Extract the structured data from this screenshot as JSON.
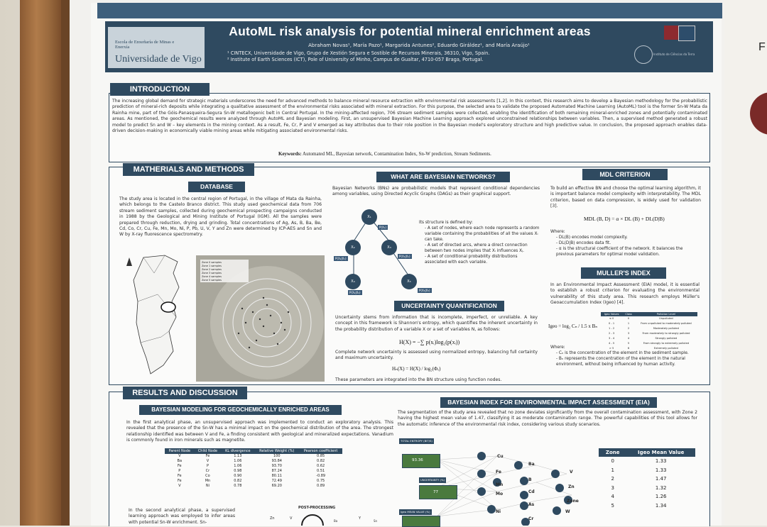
{
  "header": {
    "university_small": "Escola de Enxeñaría de Minas e Enerxía",
    "university": "Universidade de Vigo",
    "title": "AutoML risk analysis for potential mineral enrichment areas",
    "authors": "Abraham Novas¹, María Pazo¹, Margarida Antunes², Eduardo Giráldez¹, and María Araújo¹",
    "affiliation1": "¹ CINTECX, Universidade de Vigo, Grupo de Xestión Segura e Sostible de Recursos Minerais, 36310, Vigo, Spain.",
    "affiliation2": "² Institute of Earth Sciences (ICT), Pole of University of Minho, Campus de Gualtar, 4710-057 Braga, Portugal.",
    "ict_label": "Instituto de Ciências da Terra"
  },
  "side": {
    "letter": "F"
  },
  "introduction": {
    "heading": "INTRODUCTION",
    "body": "The increasing global demand for strategic materials underscores the need for advanced methods to balance mineral resource extraction with environmental risk assessments [1,2]. In this context, this research aims to develop a Bayesian methodology for the probabilistic prediction of mineral-rich deposits while integrating a qualitative assessment of the environmental risks associated with mineral extraction. For this purpose, the selected area to validate the proposed Automated Machine Learning (AutoML) tool is the former Sn-W Mata da Rainha mine, part of the Góis-Panasqueira-Segura Sn-W metallogenic belt in Central Portugal. In the mining-affected region, 706 stream sediment samples were collected, enabling the identification of both remaining mineral-enriched zones and potentially contaminated areas. As mentioned, the geochemical results were analyzed through AutoML and Bayesian modeling. First, an unsupervised Bayesian Machine Learning approach explored unconstrained relationships between variables. Then, a supervised method generated a robust model to predict Sn and W – key elements in the mining context. As a result, Fe, Cr, P and V emerged as key attributes due to their role position in the Bayesian model's exploratory structure and high predictive value. In conclusion, the proposed approach enables data-driven decision-making in economically viable mining areas while mitigating associated environmental risks.",
    "keywords_label": "Keywords:",
    "keywords": "Automated ML, Bayesian network, Contamination Index, Sn-W prediction, Stream Sediments."
  },
  "methods": {
    "heading": "MATHERIALS AND METHODS",
    "database_heading": "DATABASE",
    "database_text": "The study area is located in the central region of Portugal, in the village of Mata da Rainha, which belongs to the Castelo Branco district. This study used geochemical data from 706 stream sediment samples, collected during geochemical prospecting campaigns conducted in 1988 by the Geological and Mining Institute of Portugal (IGM). All the samples were prepared through reduction, drying and grinding. Total concentrations of Ag, As, B, Ba, Be, Cd, Co, Cr, Cu, Fe, Mn, Mo, Ni, P, Pb, U, V, Y and Zn were determined by ICP-AES and Sn and W by X-ray fluorescence spectrometry.",
    "map_legend": [
      "Zone 0 samples",
      "Zone 1 samples",
      "Zone 2 samples",
      "Zone 3 samples",
      "Zone 4 samples",
      "Zone 5 samples"
    ]
  },
  "bayes": {
    "heading": "WHAT ARE BAYESIAN NETWORKS?",
    "intro": "Bayesian Networks (BNs) are probabilistic models that represent conditional dependencies among variables, using Directed Acyclic Graphs (DAGs) as their graphical support.",
    "structure_title": "Its structure is defined by:",
    "point1": "- A set of nodes, where each node represents a random variable containing the probabilities of all the values Xᵢ can take.",
    "point2": "- A set of directed arcs, where a direct connection between two nodes implies that Xᵢ influences Xⱼ.",
    "point3": "- A set of conditional probability distributions associated with each variable.",
    "nodes": [
      "X₁",
      "X₂",
      "X₃",
      "X₄",
      "X₅"
    ],
    "tags": [
      "P(X₁)",
      "P(X₂|X₁)",
      "P(X₃|X₁)",
      "P(X₄|X₂)",
      "P(X₅|X₃)"
    ]
  },
  "uncertainty": {
    "heading": "UNCERTAINTY QUANTIFICATION",
    "text": "Uncertainty stems from information that is incomplete, imperfect, or unreliable. A key concept in this framework is Shannon's entropy, which quantifies the inherent uncertainty in the probability distribution of a variable X or a set of variables N, as follows:",
    "formula1": "H(X) = −∑ p(xᵢ)log₂(p(xᵢ))",
    "text2": "Complete network uncertainty is assessed using normalized entropy, balancing full certainty and maximum uncertainty.",
    "formula2": "Hₙ(X) = H(X) / log₂(Φₓ)",
    "text3": "These parameters are integrated into the BN structure using function nodes."
  },
  "mdl": {
    "heading": "MDL CRITERION",
    "text": "To build an effective BN and choose the optimal learning algorithm, it is important balance model complexity with interpretability. The MDL criterion, based on data compression, is widely used for validation [3].",
    "formula": "MDL (B, D) = α × DL (B) + DL(D|B)",
    "where": "Where:",
    "w1": "- DL(B) encodes model complexity.",
    "w2": "- DL(D|B) encodes data fit.",
    "w3": "- α is the structural coefficient of the network. It balances the previous parameters for optimal model validation."
  },
  "muller": {
    "heading": "MULLER'S INDEX",
    "text": "In an Environmental Impact Assessment (EIA) model, it is essential to establish a robust criterion for evaluating the environmental vulnerability of this study area. This research employs Müller's Geoaccumulation Index (Igeo) [4].",
    "formula": "Igeo = log₂ Cₙ / 1.5 x Bₙ",
    "table_headers": [
      "Igeo Values",
      "Class",
      "Pollution Level"
    ],
    "table_rows": [
      [
        "≤ 0",
        "0",
        "Unpolluted"
      ],
      [
        "0 - 1",
        "1",
        "From unpolluted to moderately polluted"
      ],
      [
        "1 - 2",
        "2",
        "Moderately polluted"
      ],
      [
        "2 - 3",
        "3",
        "From moderately to strongly polluted"
      ],
      [
        "3 - 4",
        "4",
        "Strongly polluted"
      ],
      [
        "4 - 5",
        "5",
        "From strongly to extremely polluted"
      ],
      [
        "> 5",
        "6",
        "Extremely polluted"
      ]
    ],
    "where": "Where:",
    "w1": "- Cₙ is the concentration of the element in the sediment sample.",
    "w2": "- Bₙ represents the concentration of the element in the natural environment, without being influenced by human activity."
  },
  "results": {
    "heading": "RESULTS AND DISCUSSION",
    "sub_heading": "BAYESIAN MODELING FOR GEOCHEMICALLY ENRICHED AREAS",
    "text": "In the first analytical phase, an unsupervised approach was implemented to conduct an exploratory analysis. This revealed that the presence of the Sn-W has a minimal impact on the geochemical distribution of the area. The strongest relationship identified was between V and Fe, a finding consistent with geological and mineralized expectations. Vanadium is commonly found in iron minerals such as magnetite.",
    "table_headers": [
      "Parent Node",
      "Child Node",
      "KL divergence",
      "Relative Weight (%)",
      "Pearson coefficient"
    ],
    "table_rows": [
      [
        "V",
        "Fe",
        "1.13",
        "100",
        "0.85"
      ],
      [
        "Ba",
        "V",
        "1.06",
        "93.84",
        "0.82"
      ],
      [
        "Fe",
        "P",
        "1.06",
        "93.70",
        "0.62"
      ],
      [
        "P",
        "Cr",
        "0.98",
        "87.24",
        "0.51"
      ],
      [
        "Fe",
        "Co",
        "0.90",
        "80.11",
        "-0.89"
      ],
      [
        "Fe",
        "Mn",
        "0.82",
        "72.49",
        "0.75"
      ],
      [
        "V",
        "Ni",
        "0.78",
        "69.20",
        "0.89"
      ]
    ],
    "text2": "In the second analytical phase, a supervised learning approach was employed to infer areas with potential Sn-W enrichment. Sn-",
    "post_label": "POST-PROCESSING",
    "post_nodes": [
      "Zn",
      "V",
      "Ba",
      "Y",
      "Sn"
    ]
  },
  "eia": {
    "heading": "BAYESIAN INDEX FOR ENVIRONMENTAL IMPACT ASSESSMENT (EIA)",
    "text": "The segmentation of the study area revealed that no zone deviates significantly from the overall contamination assessment, with Zone 2 having the highest mean value of 1.47, classifying it as moderate contamination range. The powerful capabilities of this tool allows for the automatic inference of the environmental risk index, considering various study scenarios.",
    "gauge1_label": "TOTAL ENTROPY (BIT/S)",
    "gauge1_value": "93.36",
    "gauge2_label": "UNCERTAINTY (%)",
    "gauge2_value": "77",
    "gauge3_label": "Igeo MEAN VALUE (%)",
    "net_nodes": [
      "Cu",
      "Ba",
      "Fe",
      "Mn",
      "V",
      "B",
      "Mo",
      "Cd",
      "Zn",
      "As",
      "Zone",
      "Ni",
      "W",
      "Cr"
    ],
    "zone_table": {
      "headers": [
        "Zone",
        "Igeo Mean Value"
      ],
      "rows": [
        [
          "0",
          "1.33"
        ],
        [
          "1",
          "1.33"
        ],
        [
          "2",
          "1.47"
        ],
        [
          "3",
          "1.32"
        ],
        [
          "4",
          "1.26"
        ],
        [
          "5",
          "1.34"
        ]
      ]
    }
  }
}
